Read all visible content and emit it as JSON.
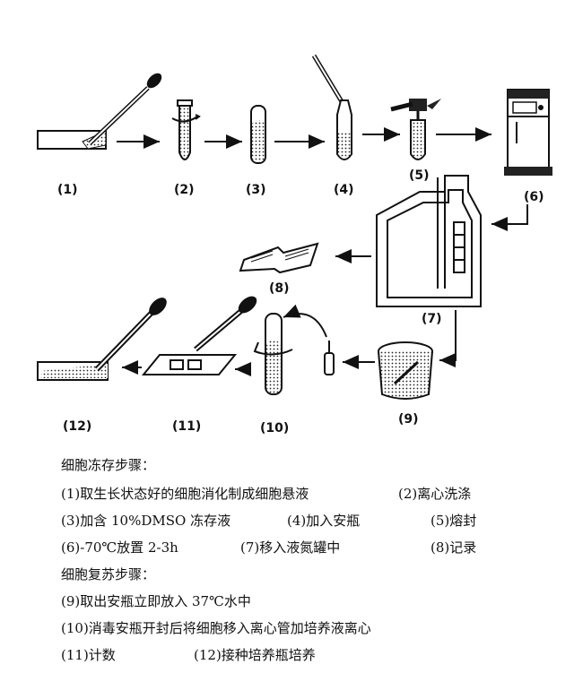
{
  "diagram": {
    "labels": {
      "s1": "(1)",
      "s2": "(2)",
      "s3": "(3)",
      "s4": "(4)",
      "s5": "(5)",
      "s6": "(6)",
      "s7": "(7)",
      "s8": "(8)",
      "s9": "(9)",
      "s10": "(10)",
      "s11": "(11)",
      "s12": "(12)"
    }
  },
  "text": {
    "freeze_title": "细胞冻存步骤：",
    "r1a": "(1)取生长状态好的细胞消化制成细胞悬液",
    "r1b": "(2)离心洗涤",
    "r2a": "(3)加含 10%DMSO 冻存液",
    "r2b": "(4)加入安瓶",
    "r2c": "(5)熔封",
    "r3a": "(6)-70℃放置 2-3h",
    "r3b": "(7)移入液氮罐中",
    "r3c": "(8)记录",
    "revive_title": "细胞复苏步骤：",
    "r5": "(9)取出安瓶立即放入 37℃水中",
    "r6": "(10)消毒安瓶开封后将细胞移入离心管加培养液离心",
    "r7a": "(11)计数",
    "r7b": "(12)接种培养瓶培养"
  }
}
